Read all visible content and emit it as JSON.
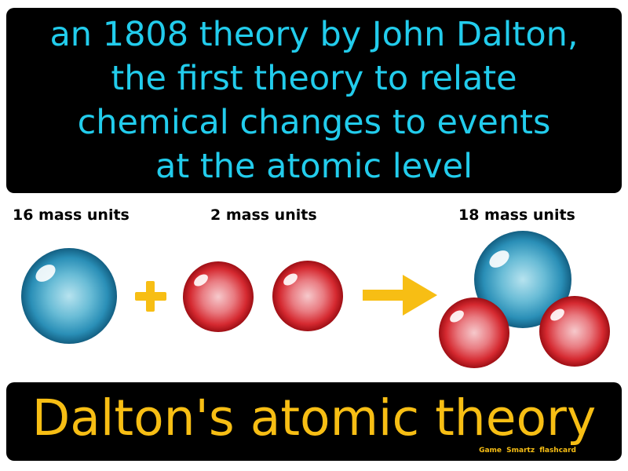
{
  "definition": {
    "lines": [
      "an 1808 theory by John Dalton,",
      "the first theory to relate",
      "chemical changes to events",
      "at the atomic level"
    ]
  },
  "labels": {
    "left": "16 mass units",
    "middle": "2 mass units",
    "right": "18 mass units"
  },
  "term": "Dalton's atomic theory",
  "brand": "Game Smartz flashcard",
  "colors": {
    "definition_text": "#22ccec",
    "term_text": "#f7be14",
    "symbol": "#f7be14",
    "blue_atom": "#1f86ad",
    "red_atom": "#d81f28"
  },
  "icons": [
    "plus-icon",
    "arrow-right-icon"
  ]
}
